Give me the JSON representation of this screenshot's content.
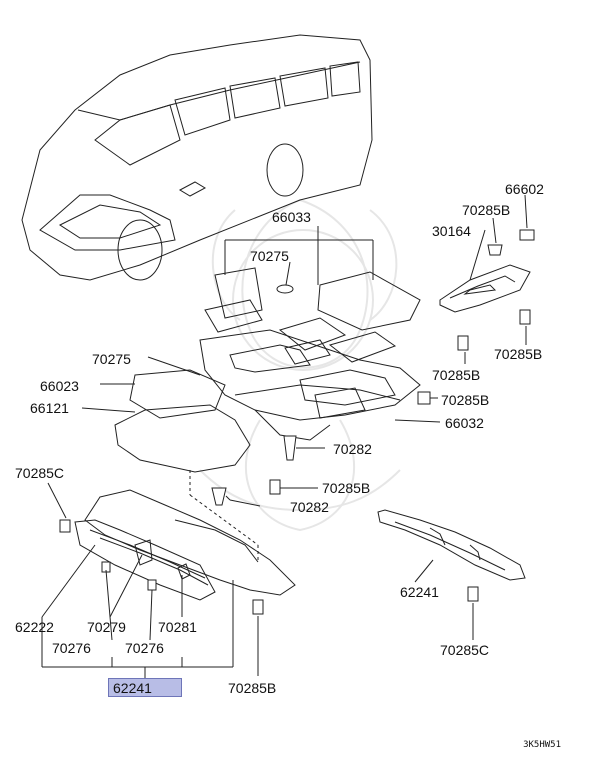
{
  "diagram": {
    "reference_code": "3K5HW51",
    "highlighted_part": "62241",
    "labels": {
      "p66602": "66602",
      "p70285b_top": "70285B",
      "p30164": "30164",
      "p66033": "66033",
      "p70275_top": "70275",
      "p70285b_right1": "70285B",
      "p70275_mid": "70275",
      "p70285b_right2": "70285B",
      "p66023": "66023",
      "p70285b_right3": "70285B",
      "p66121": "66121",
      "p66032": "66032",
      "p70282_a": "70282",
      "p70285c_left": "70285C",
      "p70285b_center": "70285B",
      "p70282_b": "70282",
      "p62241_right": "62241",
      "p62222": "62222",
      "p70279": "70279",
      "p70281": "70281",
      "p70276_a": "70276",
      "p70276_b": "70276",
      "p70285c_right": "70285C",
      "p62241_main": "62241",
      "p70285b_bottom": "70285B"
    }
  }
}
